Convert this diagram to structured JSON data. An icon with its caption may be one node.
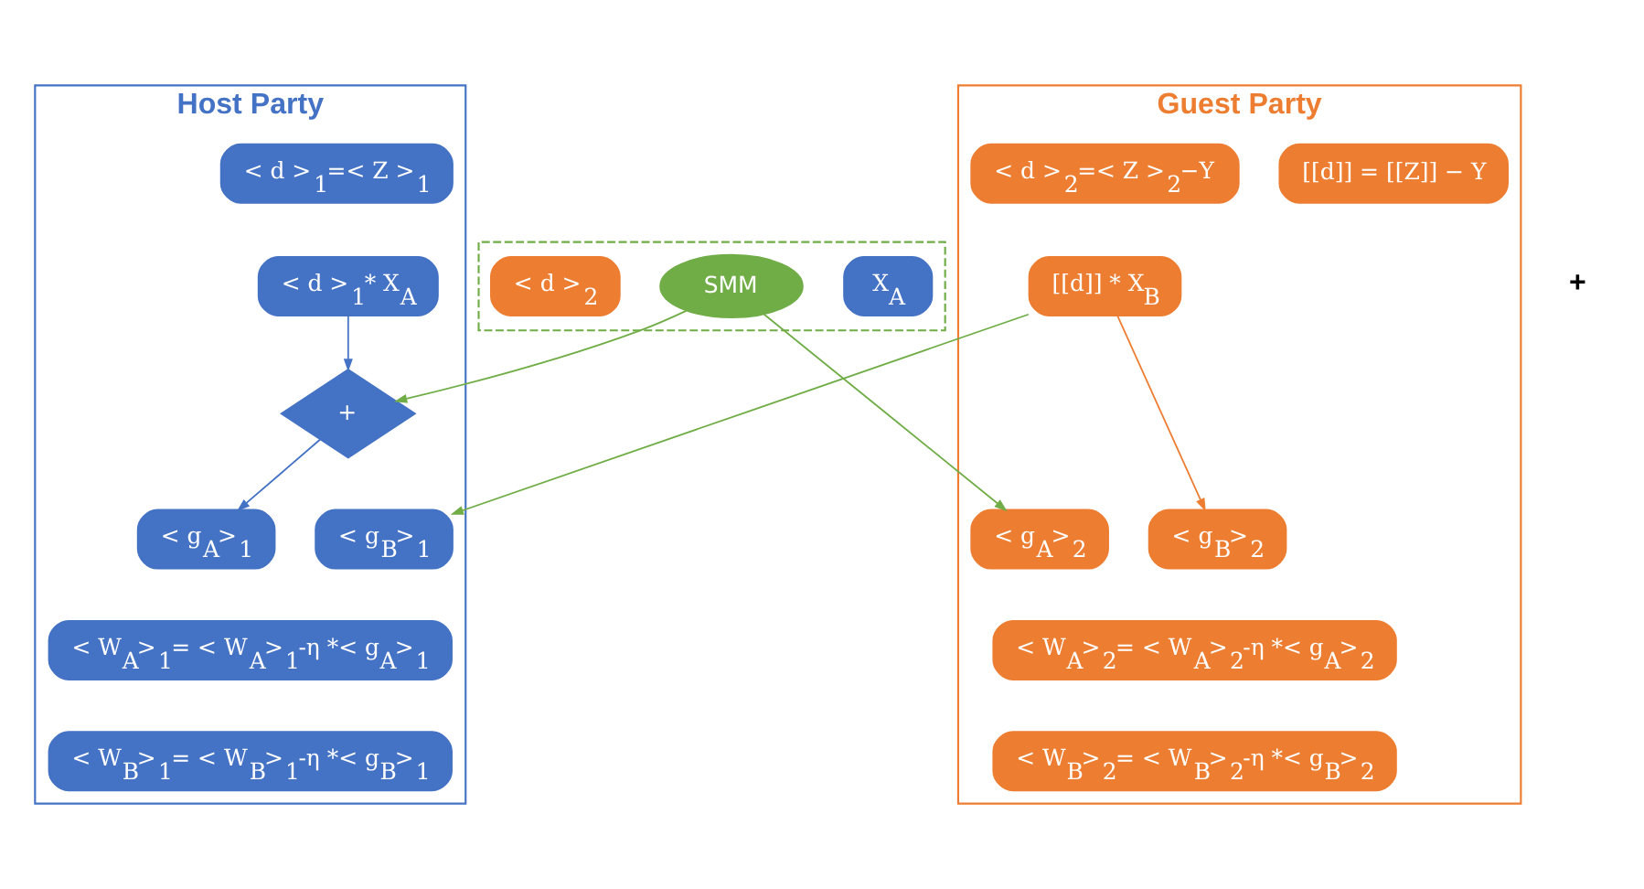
{
  "diagram": {
    "nodes": [
      {
        "text": [
          "Host Party"
        ]
      },
      {
        "text": [
          "< d >$_{1}$=< Z >$_{1}$"
        ],
        "in": 0
      },
      {
        "text": [
          "< d >$_{1}$* X$_{A}$"
        ],
        "in": 0
      },
      {
        "text": [
          "+"
        ],
        "in": 0
      },
      {
        "text": [
          "< g$_{A}$>$_{1}$"
        ],
        "in": 0
      },
      {
        "text": [
          "< g$_{B}$>$_{1}$"
        ],
        "in": 0
      },
      {
        "text": [
          "< W$_{A}$>$_{1}$= < W$_{A}$>$_{1}$-η *< g$_{A}$>$_{1}$"
        ],
        "in": 0
      },
      {
        "text": [
          "< W$_{B}$>$_{1}$= < W$_{B}$>$_{1}$-η *< g$_{B}$>$_{1}$"
        ],
        "in": 0
      },
      {
        "text": [
          "Guest Party"
        ]
      },
      {
        "text": [
          "< d >$_{2}$=< Z >$_{2}$−Y"
        ],
        "in": 8
      },
      {
        "text": [
          "[[d]] = [[Z]] − Y"
        ],
        "in": 8
      },
      {
        "text": [
          "[[d]] * X$_{B}$"
        ],
        "in": 8
      },
      {
        "text": [
          "< g$_{A}$>$_{2}$"
        ],
        "in": 8
      },
      {
        "text": [
          "< g$_{B}$>$_{2}$"
        ],
        "in": 8
      },
      {
        "text": [
          "< W$_{A}$>$_{2}$= < W$_{A}$>$_{2}$-η *< g$_{A}$>$_{2}$"
        ],
        "in": 8
      },
      {
        "text": [
          "< W$_{B}$>$_{2}$= < W$_{B}$>$_{2}$-η *< g$_{B}$>$_{2}$"
        ],
        "in": 8
      },
      {
        "text": [],
        "shape": "box"
      },
      {
        "text": [
          "< d >$_{2}$"
        ],
        "in": 16
      },
      {
        "text": [
          "SMM"
        ],
        "in": 16
      },
      {
        "text": [
          "X$_{A}$"
        ],
        "in": 16
      }
    ],
    "edges": [
      {
        "from": 2,
        "to": 3,
        "arrow": "to",
        "color": "#4472c4"
      },
      {
        "from": 3,
        "to": 4,
        "arrow": "to",
        "color": "#4472c4"
      },
      {
        "from": 18,
        "to": 3,
        "arrow": "to"
      },
      {
        "from": 18,
        "to": 12,
        "arrow": "to"
      },
      {
        "from": 11,
        "to": 5,
        "arrow": "to"
      },
      {
        "from": 11,
        "to": 13,
        "arrow": "to",
        "color": "#ed7d31"
      }
    ],
    "labels": [
      "+"
    ]
  }
}
